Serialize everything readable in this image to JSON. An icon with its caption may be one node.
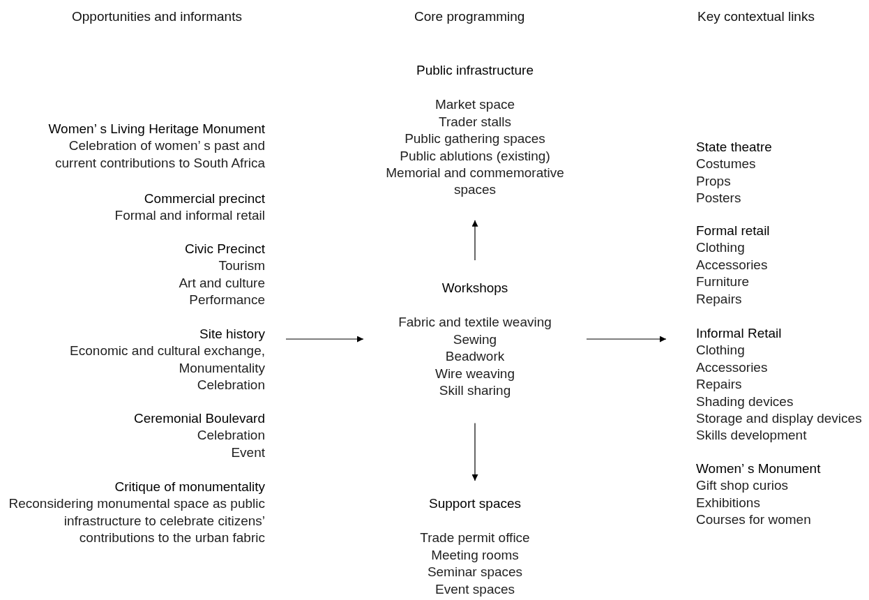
{
  "diagram": {
    "nodes": [
      {
        "text": [
          "Women’ s Living Heritage Monument",
          "Celebration of women’ s past and current contributions to South Africa"
        ]
      },
      {
        "text": [
          "Commercial precinct",
          "Formal and informal retail"
        ]
      },
      {
        "text": [
          "Civic Precinct",
          "Tourism",
          "Art and culture",
          "Performance"
        ]
      },
      {
        "text": [
          "Site history",
          "Economic and cultural exchange,",
          "Monumentality",
          "Celebration"
        ]
      },
      {
        "text": [
          "Ceremonial Boulevard",
          "Celebration",
          "Event"
        ]
      },
      {
        "text": [
          "Critique of monumentality",
          "Reconsidering monumental space as public infrastructure to celebrate citizens’ contributions to the urban fabric"
        ]
      },
      {
        "text": [
          "Public infrastructure",
          "Market space",
          "Trader stalls",
          "Public gathering spaces",
          "Public ablutions (existing)",
          "Memorial and commemorative spaces"
        ]
      },
      {
        "text": [
          "Workshops",
          "Fabric and textile weaving",
          "Sewing",
          "Beadwork",
          "Wire weaving",
          "Skill sharing"
        ]
      },
      {
        "text": [
          "Support spaces",
          "Trade permit office",
          "Meeting rooms",
          "Seminar spaces",
          "Event spaces"
        ]
      },
      {
        "text": [
          "State theatre",
          "Costumes",
          "Props",
          "Posters"
        ]
      },
      {
        "text": [
          "Formal retail",
          "Clothing",
          "Accessories",
          "Furniture",
          "Repairs"
        ]
      },
      {
        "text": [
          "Informal Retail",
          "Clothing",
          "Accessories",
          "Repairs",
          "Shading devices",
          "Storage and display devices",
          "Skills development"
        ]
      },
      {
        "text": [
          "Women’ s Monument",
          "Gift shop curios",
          "Exhibitions",
          "Courses for women"
        ]
      }
    ],
    "edges": [
      {
        "from": 3,
        "to": 7,
        "arrow": "to"
      },
      {
        "from": 7,
        "to": 6,
        "arrow": "to"
      },
      {
        "from": 7,
        "to": 8,
        "arrow": "to"
      },
      {
        "from": 7,
        "to": 11,
        "arrow": "to"
      }
    ],
    "labels": [
      "Opportunities and informants",
      "Core programming",
      "Key contextual links"
    ]
  }
}
